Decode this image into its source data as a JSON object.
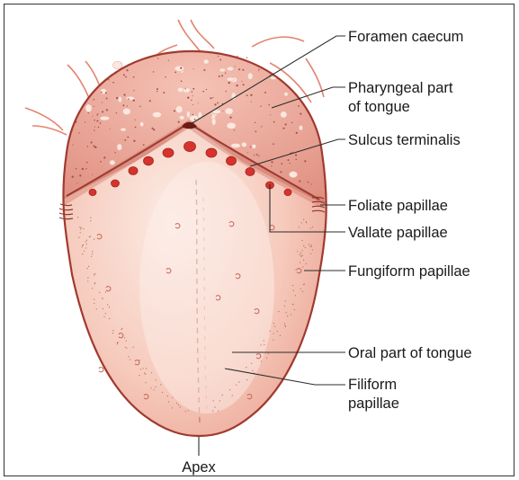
{
  "figure": {
    "labels": {
      "foramen_caecum": "Foramen caecum",
      "pharyngeal_line1": "Pharyngeal part",
      "pharyngeal_line2": "of tongue",
      "sulcus_terminalis": "Sulcus terminalis",
      "foliate_papillae": "Foliate papillae",
      "vallate_papillae": "Vallate papillae",
      "fungiform_papillae": "Fungiform papillae",
      "oral_part": "Oral part of tongue",
      "filiform_line1": "Filiform",
      "filiform_line2": "papillae",
      "apex": "Apex"
    },
    "colors": {
      "tongue_outline": "#b0453a",
      "tongue_pink": "#f1b4a5",
      "tongue_light": "#fbe4dc",
      "pharyngeal_pink": "#eaa192",
      "vallate_red": "#d8322c",
      "stroke_text": "#1a1a1a"
    }
  }
}
